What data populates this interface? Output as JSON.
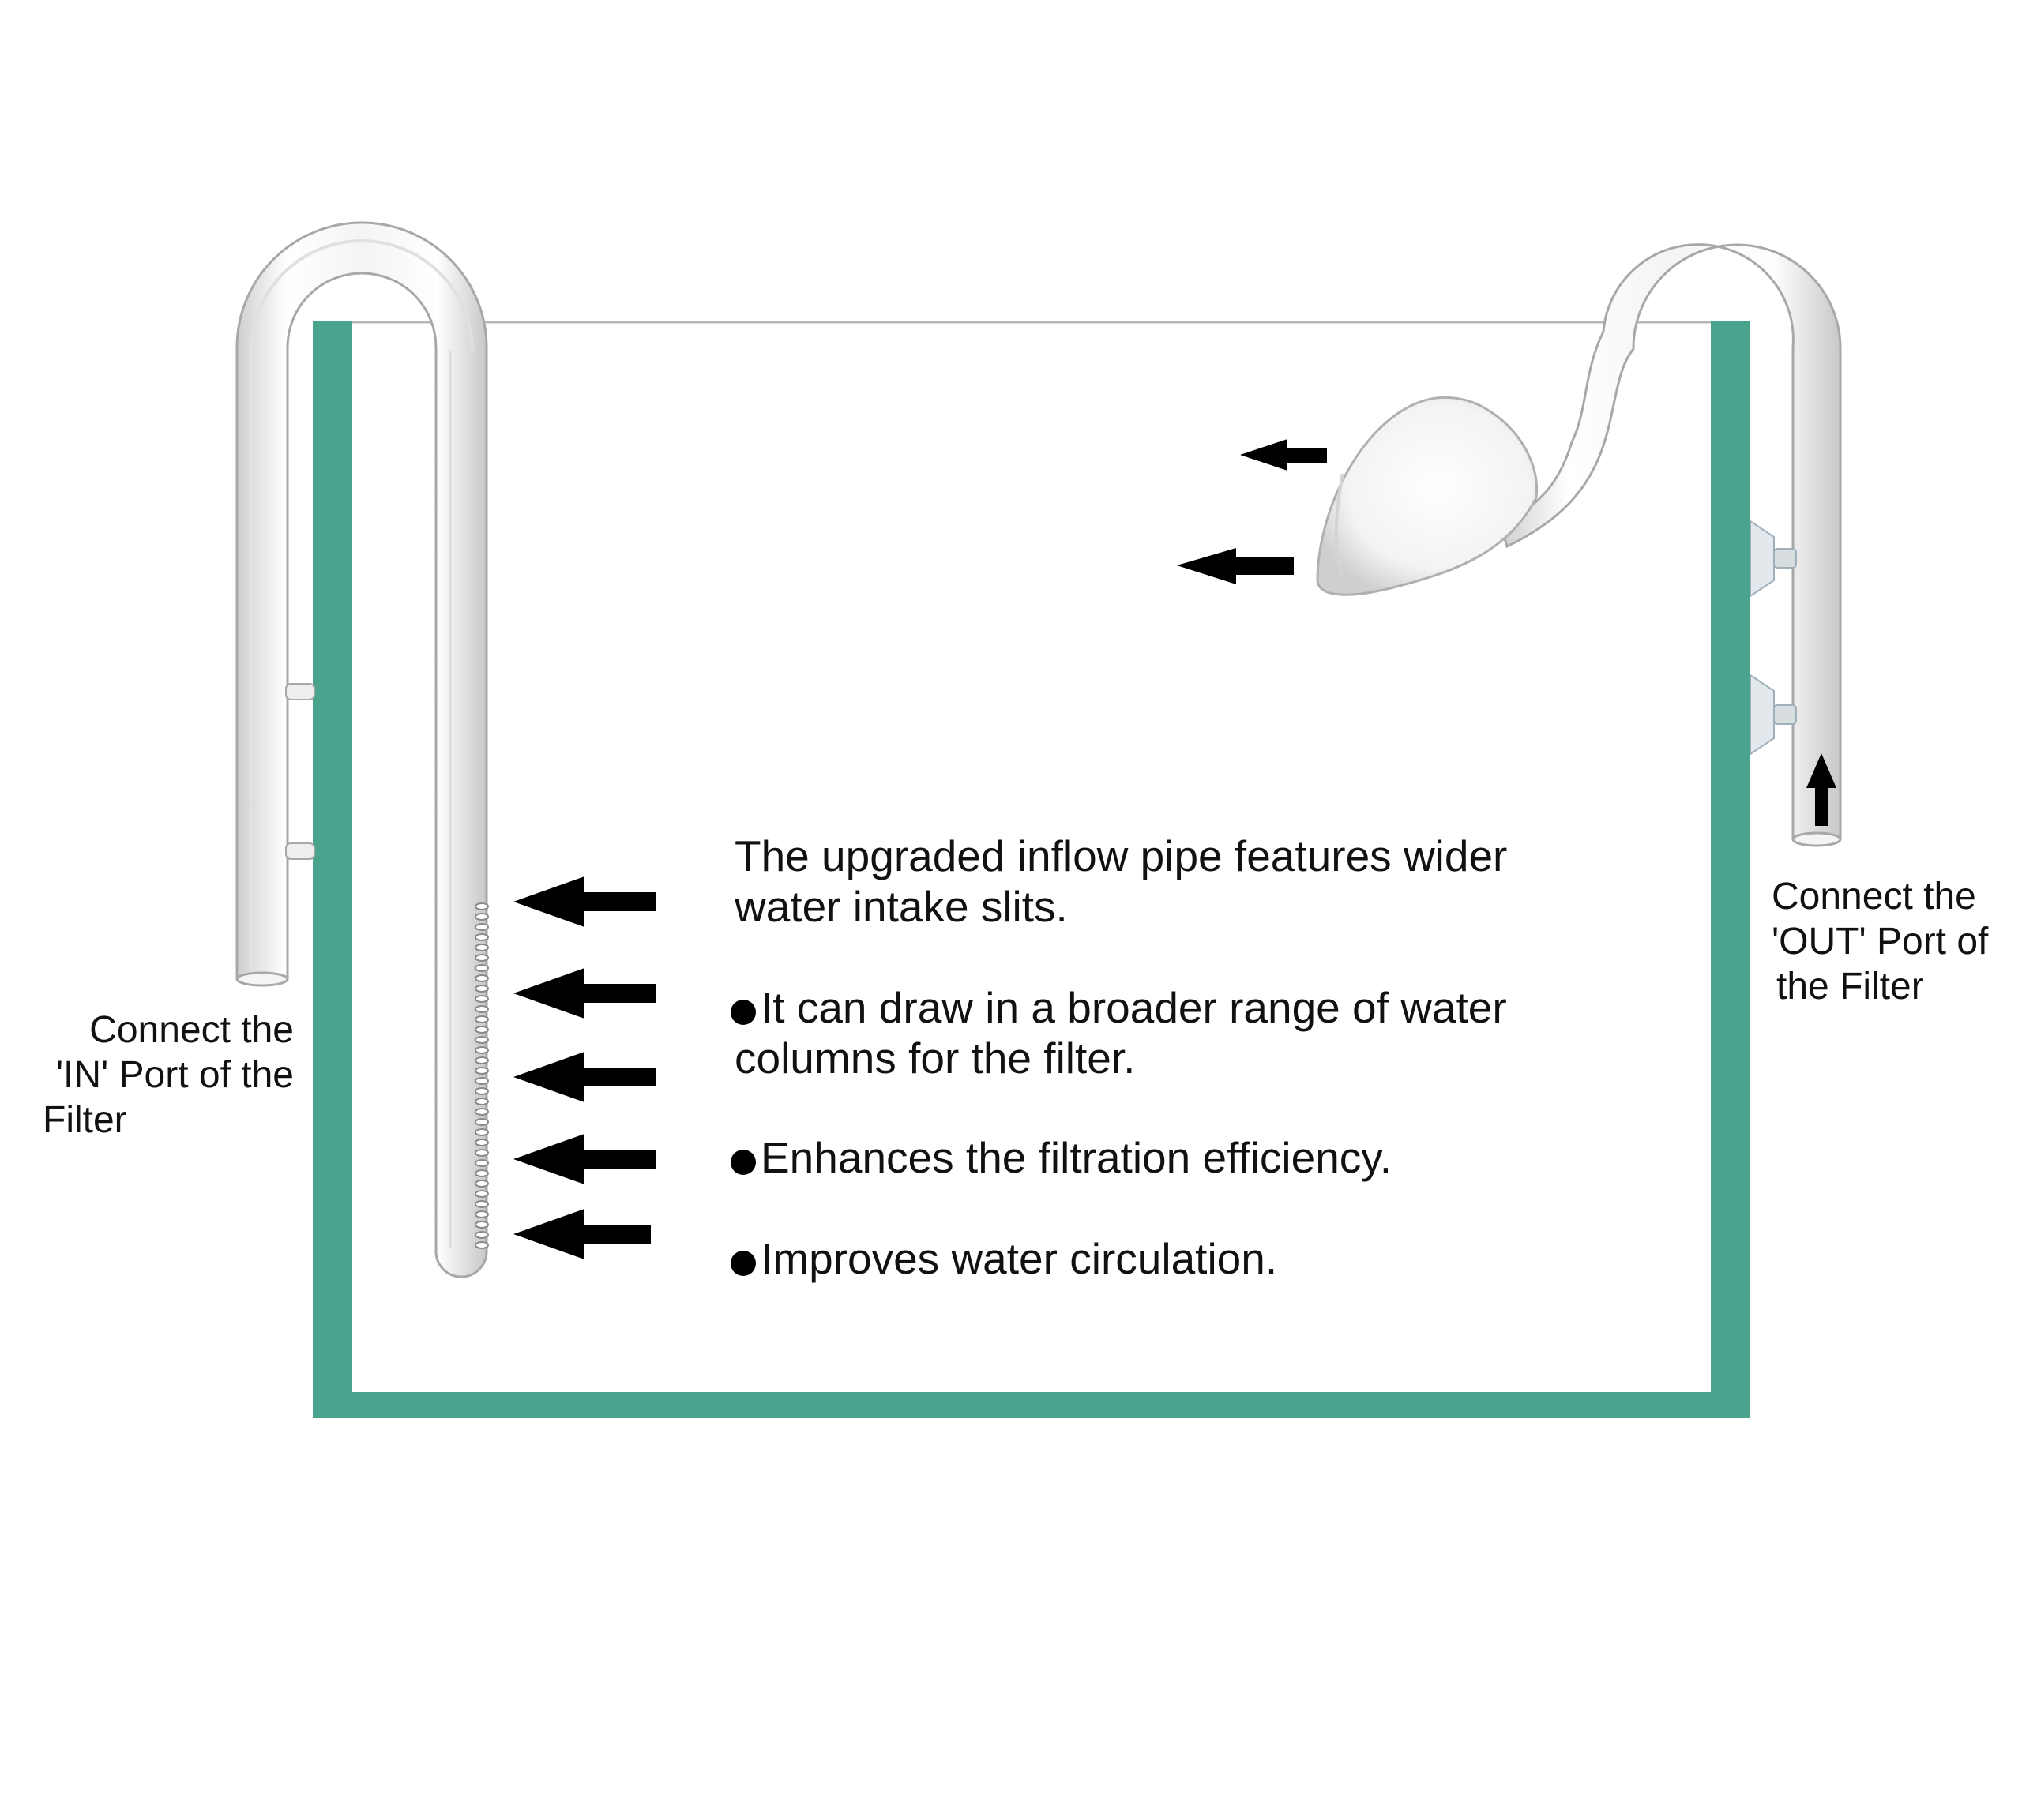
{
  "colors": {
    "tank_wall": "#4aa38c",
    "water_line": "#b8b8b8",
    "glass_outline": "#a8a8a8",
    "arrow": "#000000",
    "text": "#111111"
  },
  "icons": {
    "intake_arrows": "arrow-left-icon",
    "outflow_arrows": "arrow-left-icon",
    "up_arrow": "arrow-up-icon",
    "bullets": "filled-circle-bullet"
  },
  "labels": {
    "in_port": {
      "line1": "Connect the",
      "line2": "'IN' Port of the",
      "line3": "Filter"
    },
    "out_port": {
      "line1": "Connect the",
      "line2": "'OUT' Port of",
      "line3": "the Filter"
    }
  },
  "description": {
    "heading_line1": "The upgraded inflow pipe features wider",
    "heading_line2": "water intake slits.",
    "bullets": [
      {
        "line1": "It can draw in a broader range of water",
        "line2": "columns for the filter."
      },
      {
        "line1": "Enhances the filtration efficiency."
      },
      {
        "line1": "Improves water circulation."
      }
    ]
  }
}
